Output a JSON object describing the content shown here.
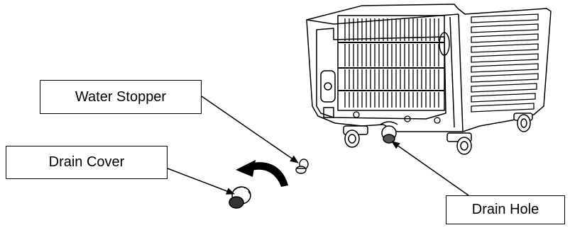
{
  "labels": {
    "water_stopper": "Water Stopper",
    "drain_cover": "Drain Cover",
    "drain_hole": "Drain Hole"
  },
  "colors": {
    "line": "#000000",
    "background": "#ffffff",
    "rotation_arrow": "#000000"
  }
}
